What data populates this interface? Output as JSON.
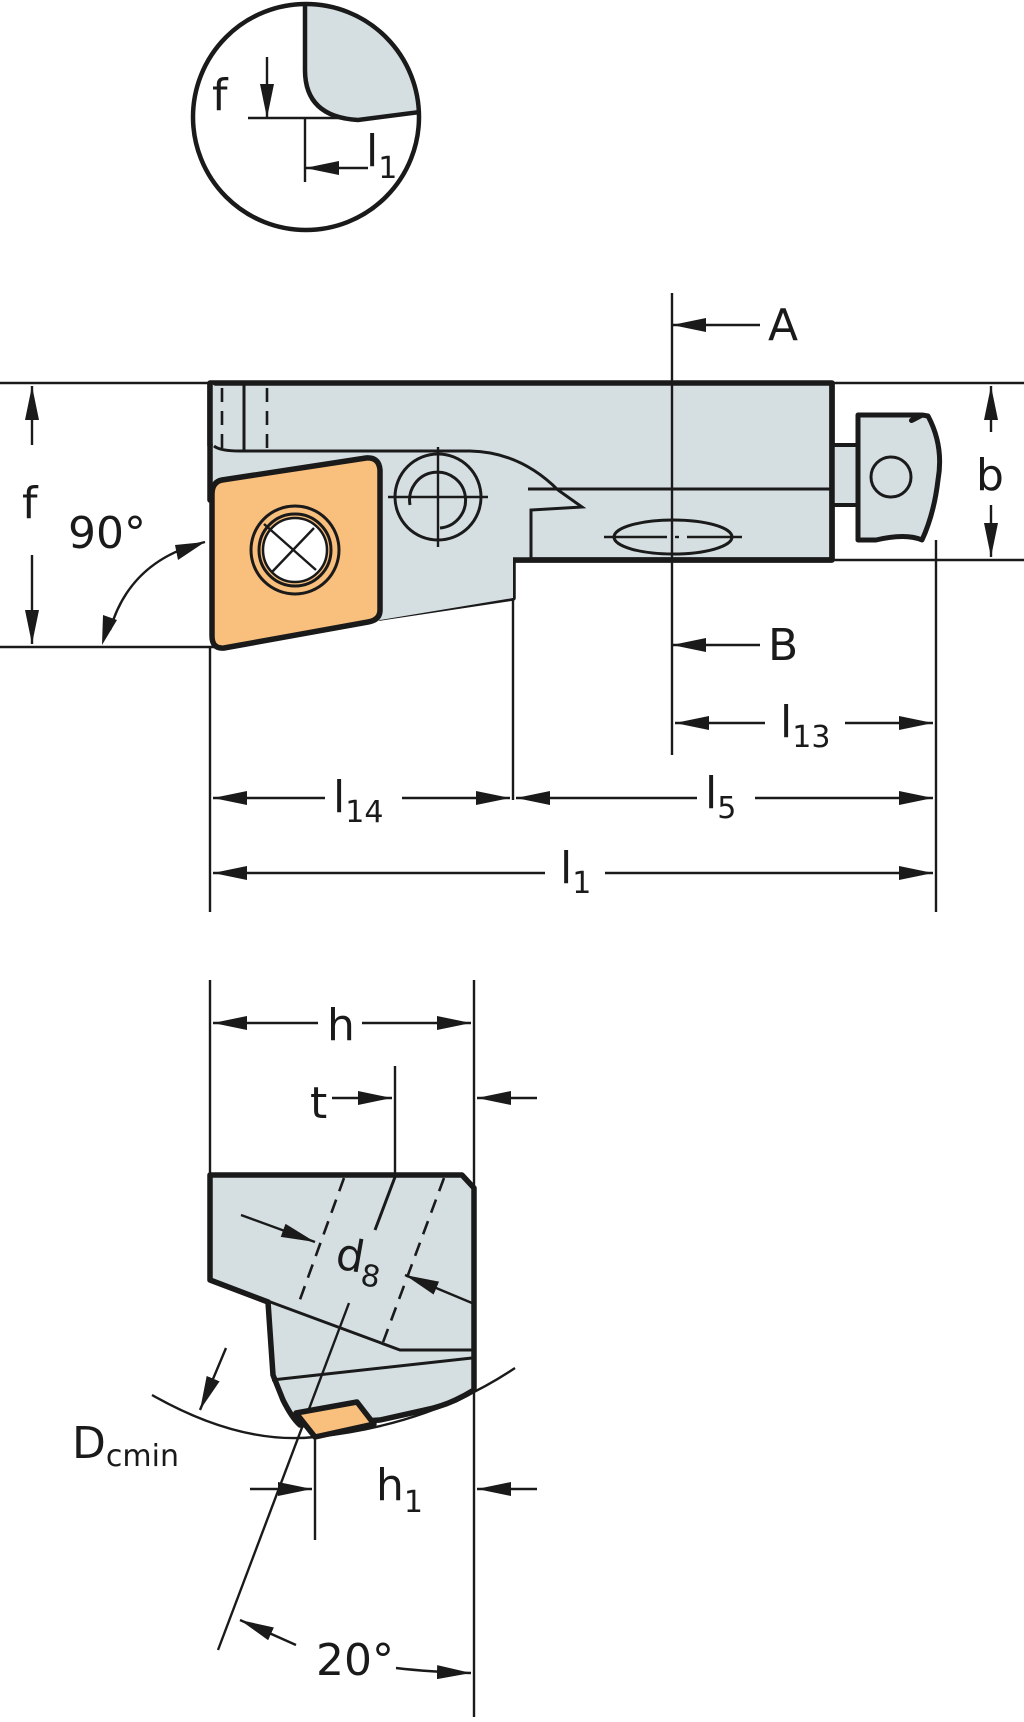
{
  "diagram": {
    "type": "turning tool cartridge technical drawing",
    "colors": {
      "body": "#d5dfe2",
      "insert": "#f8bf7d",
      "line": "#1a1a1a",
      "background": "#ffffff"
    },
    "detail_view": {
      "labels": {
        "f": "f",
        "l1_main": "l",
        "l1_sub": "1"
      }
    },
    "side_view": {
      "labels": {
        "f": "f",
        "angle": "90°",
        "b": "b",
        "section_a": "A",
        "section_b": "B",
        "l13_main": "l",
        "l13_sub": "13",
        "l14_main": "l",
        "l14_sub": "14",
        "l5_main": "l",
        "l5_sub": "5",
        "l1_main": "l",
        "l1_sub": "1"
      }
    },
    "section_view": {
      "labels": {
        "h": "h",
        "t": "t",
        "d8_main": "d",
        "d8_sub": "8",
        "dcmin_main": "D",
        "dcmin_sub": "cmin",
        "h1_main": "h",
        "h1_sub": "1",
        "angle": "20°"
      }
    }
  }
}
